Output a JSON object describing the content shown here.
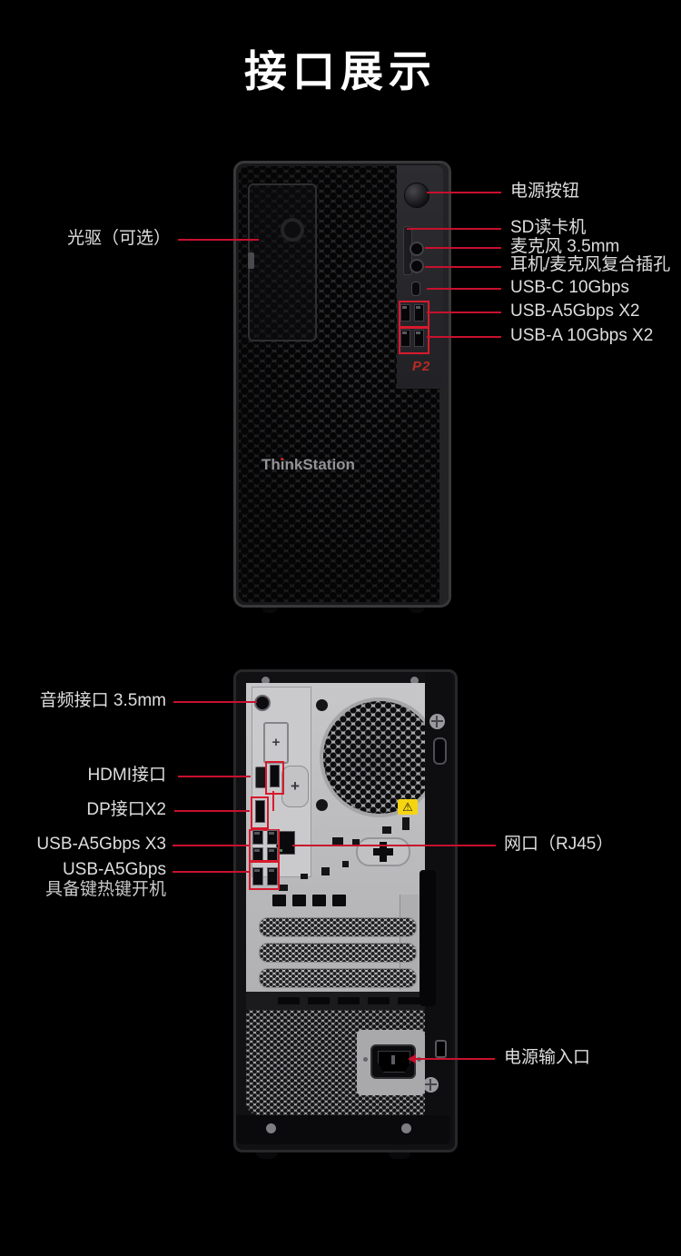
{
  "page": {
    "title": "接口展示",
    "background_color": "#000000",
    "accent_red": "#c8102e",
    "label_color": "#dedede"
  },
  "front_view": {
    "logo": "ThinkStation",
    "badge": "P2",
    "left_annotations": [
      {
        "label": "光驱（可选）",
        "target": "optical-drive-slot"
      }
    ],
    "right_annotations": [
      {
        "label": "电源按钮",
        "target": "power-button"
      },
      {
        "label": "SD读卡机",
        "target": "sd-card-slot"
      },
      {
        "label": "麦克风 3.5mm",
        "target": "microphone-jack"
      },
      {
        "label": "耳机/麦克风复合插孔",
        "target": "headset-combo-jack"
      },
      {
        "label": "USB-C 10Gbps",
        "target": "usb-c-port"
      },
      {
        "label": "USB-A5Gbps X2",
        "target": "usb-a-5gbps-ports"
      },
      {
        "label": "USB-A 10Gbps X2",
        "target": "usb-a-10gbps-ports"
      }
    ]
  },
  "rear_view": {
    "left_annotations": [
      {
        "label": "音频接口 3.5mm",
        "target": "rear-audio-jack"
      },
      {
        "label": "HDMI接口",
        "target": "hdmi-port"
      },
      {
        "label": "DP接口X2",
        "target": "displayport-ports"
      },
      {
        "label": "USB-A5Gbps X3",
        "target": "rear-usb-group"
      },
      {
        "label": "USB-A5Gbps",
        "label2": "具备键热键开机",
        "target": "rear-usb-hotkey-port"
      }
    ],
    "right_annotations": [
      {
        "label": "网口（RJ45）",
        "target": "ethernet-port"
      },
      {
        "label": "电源输入口",
        "target": "power-inlet"
      }
    ],
    "warning_icon_glyph": "⚠"
  }
}
